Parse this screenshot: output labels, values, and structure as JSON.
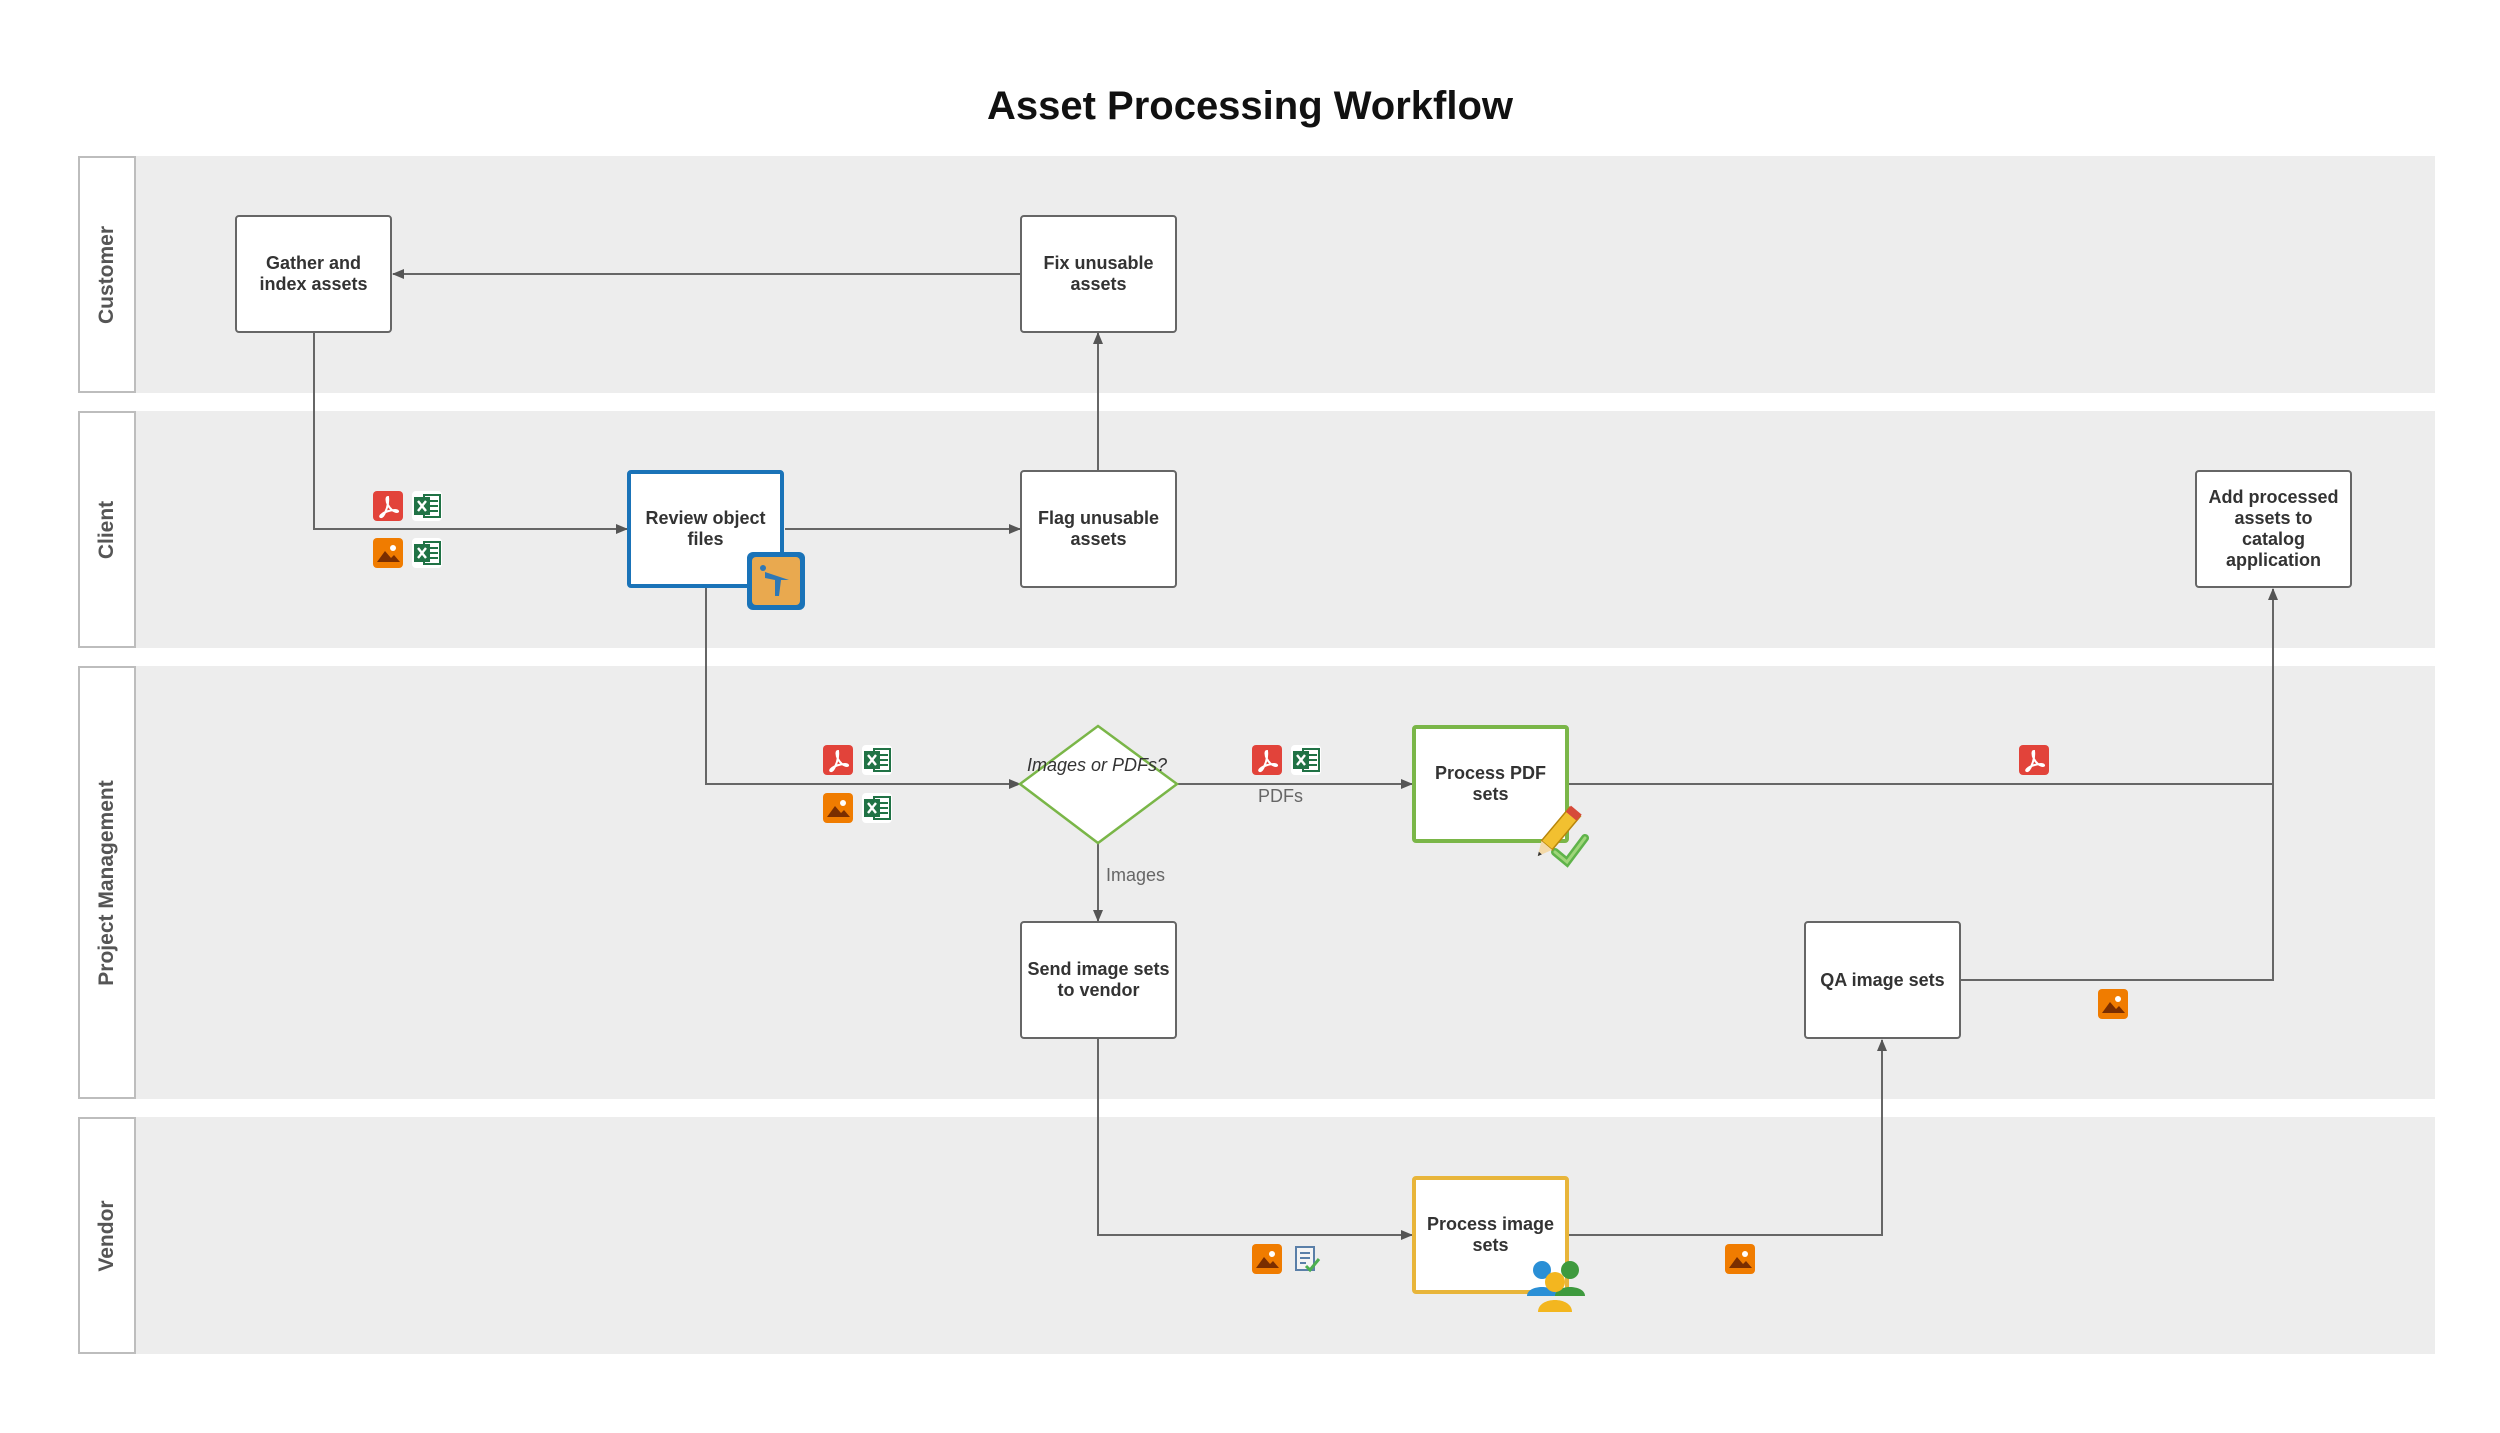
{
  "title": "Asset Processing Workflow",
  "lanes": [
    {
      "label": "Customer"
    },
    {
      "label": "Client"
    },
    {
      "label": "Project Management"
    },
    {
      "label": "Vendor"
    }
  ],
  "nodes": {
    "gather": "Gather and index assets",
    "fix": "Fix unusable assets",
    "review": "Review object files",
    "flag": "Flag unusable assets",
    "add": "Add processed assets to catalog application",
    "decision": "Images or PDFs?",
    "process_pdf": "Process PDF sets",
    "send_vendor": "Send image sets to vendor",
    "qa": "QA image sets",
    "process_image": "Process image sets"
  },
  "edge_labels": {
    "pdfs": "PDFs",
    "images": "Images"
  },
  "icons": {
    "pdf": "pdf-file-icon",
    "excel": "excel-file-icon",
    "image": "image-file-icon",
    "document": "document-check-icon",
    "tools": "3d-tools-icon",
    "pencil": "pencil-check-icon",
    "people": "people-group-icon"
  },
  "colors": {
    "lane_bg": "#ededed",
    "blue_border": "#1a73b8",
    "green_border": "#7ab648",
    "yellow_border": "#e8b53a",
    "pdf_red": "#e2433a",
    "excel_green": "#207245",
    "image_orange": "#f07c00"
  }
}
